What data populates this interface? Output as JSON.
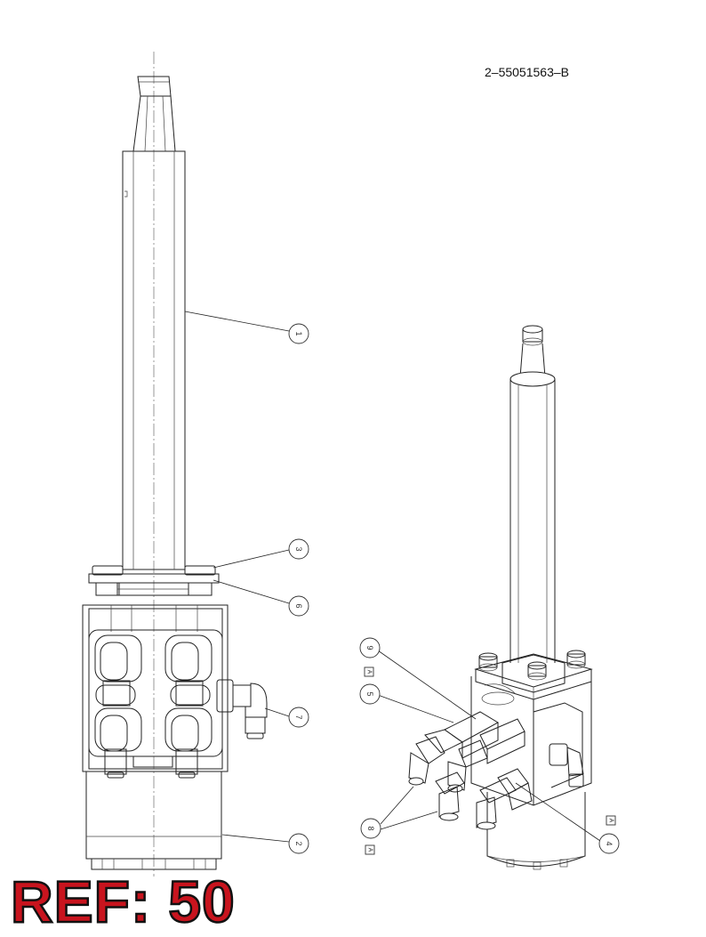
{
  "drawing": {
    "part_number": "2–55051563–B",
    "ref_label": "REF: 50"
  },
  "callouts": {
    "c1": "1",
    "c2": "2",
    "c3": "3",
    "c4": "4",
    "c5": "5",
    "c6": "6",
    "c7": "7",
    "c8": "8",
    "c9": "9"
  },
  "view_markers": {
    "a1": "A",
    "a2": "A",
    "a3": "A"
  }
}
